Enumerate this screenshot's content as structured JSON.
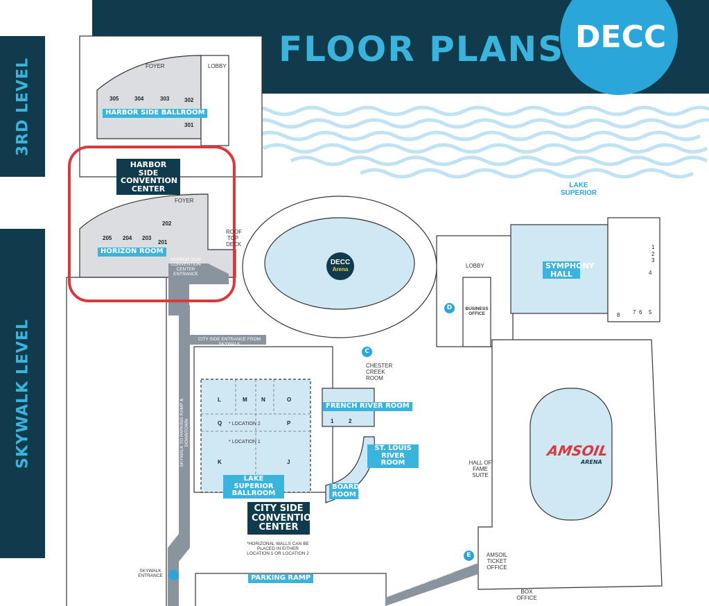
{
  "header": {
    "title": "FLOOR PLANS",
    "logo": "DECC"
  },
  "levels": {
    "third": "3RD LEVEL",
    "skywalk": "SKYWALK LEVEL"
  },
  "lake": "LAKE SUPERIOR",
  "third_level": {
    "foyer": "FOYER",
    "lobby": "LOBBY",
    "rooms": [
      "305",
      "304",
      "303",
      "302",
      "301"
    ],
    "ballroom": "HARBOR SIDE BALLROOM"
  },
  "harbor_side": {
    "title": "HARBOR SIDE CONVENTION CENTER",
    "foyer": "FOYER",
    "rooms": [
      "205",
      "204",
      "203",
      "202",
      "201"
    ],
    "horizon": "HORIZON ROOM",
    "entrance": "HARBOR SIDE CONVENTION CENTER ENTRANCE",
    "roof_deck": "ROOF TOP DECK"
  },
  "arena": {
    "name_top": "DECC",
    "name_bottom": "Arena",
    "lobby": "LOBBY",
    "business_office": "BUSINESS OFFICE"
  },
  "symphony": {
    "name": "SYMPHONY HALL",
    "rooms": [
      "1",
      "2",
      "3",
      "4",
      "5",
      "6",
      "7",
      "8"
    ]
  },
  "city_side": {
    "entrance": "CITY SIDE ENTRANCE FROM SKYWALK",
    "chester": "CHESTER CREEK ROOM",
    "french": "FRENCH RIVER ROOM",
    "french_parts": [
      "1",
      "2"
    ],
    "st_louis": "ST. LOUIS RIVER ROOM",
    "board": "BOARD ROOM",
    "ballroom": "LAKE SUPERIOR BALLROOM",
    "sections": [
      "L",
      "M",
      "N",
      "O",
      "Q",
      "P",
      "K",
      "J"
    ],
    "location2": "* LOCATION 2",
    "location1": "* LOCATION 1",
    "title": "CITY SIDE CONVENTION CENTER",
    "note": "*HORIZONAL WALLS CAN BE PLACED IN EITHER LOCATION 1 OR LOCATION 2"
  },
  "skywalk": {
    "corridor": "SKYWALK TO PARKING RAMP & DOWNTOWN",
    "entrance": "SKYWALK ENTRANCE",
    "from_ramp": "SKYWALK FROM RAMP",
    "parking": "PARKING RAMP"
  },
  "amsoil": {
    "logo": "AMSOIL",
    "logo_sub": "ARENA",
    "hall_of_fame": "HALL OF FAME SUITE",
    "ticket": "AMSOIL TICKET OFFICE",
    "box": "BOX OFFICE"
  },
  "pins": {
    "c": "C",
    "d": "D",
    "e": "E"
  },
  "colors": {
    "dark": "#0f3b4c",
    "accent": "#3ab4dc",
    "room_fill": "#cfe8f4",
    "corridor": "#8a949e",
    "highlight": "#d9393c"
  }
}
